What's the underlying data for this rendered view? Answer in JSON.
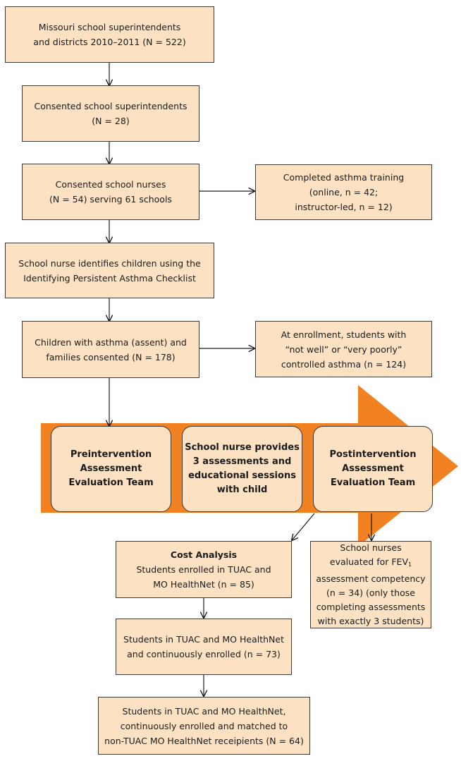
{
  "boxes": {
    "superintendents": [
      "Missouri school superintendents",
      "and districts 2010–2011 (N = 522)"
    ],
    "consented_superintendents": [
      "Consented school superintendents",
      "(N = 28)"
    ],
    "consented_nurses": [
      "Consented school nurses",
      "(N = 54) serving 61 schools"
    ],
    "asthma_training": [
      "Completed asthma training",
      "(online, n = 42;",
      "instructor-led, n = 12)"
    ],
    "nurse_identifies": [
      "School nurse identifies children using the",
      "Identifying Persistent Asthma Checklist"
    ],
    "children_consented": [
      "Children with asthma (assent) and",
      "families consented (N = 178)"
    ],
    "enrollment": [
      "At enrollment, students with",
      "“not well” or “very poorly”",
      "controlled asthma (n = 124)"
    ],
    "preintervention": [
      "Preintervention",
      "Assessment",
      "Evaluation Team"
    ],
    "nurse_provides": [
      "School nurse provides",
      "3 assessments and",
      "educational sessions",
      "with child"
    ],
    "postintervention": [
      "Postintervention",
      "Assessment",
      "Evaluation Team"
    ],
    "cost_analysis_title": "Cost Analysis",
    "cost_analysis": [
      "Students enrolled in TUAC and",
      "MO HealthNet (n = 85)"
    ],
    "fev_line1": "School nurses",
    "fev_line2_pre": "evaluated for FEV",
    "fev_line2_sub": "1",
    "fev_rest": [
      "assessment competency",
      "(n = 34) (only those",
      "completing assessments",
      "with exactly 3 students)"
    ],
    "continuously_enrolled": [
      "Students in TUAC and MO HealthNet",
      "and continuously enrolled (n = 73)"
    ],
    "matched": [
      "Students in TUAC and MO HealthNet,",
      "continuously enrolled and matched to",
      "non-TUAC MO HealthNet receipients (N = 64)"
    ]
  },
  "colors": {
    "box_fill": "#fde1c3",
    "arrow_band": "#f28122",
    "border": "#3a3a3a"
  }
}
